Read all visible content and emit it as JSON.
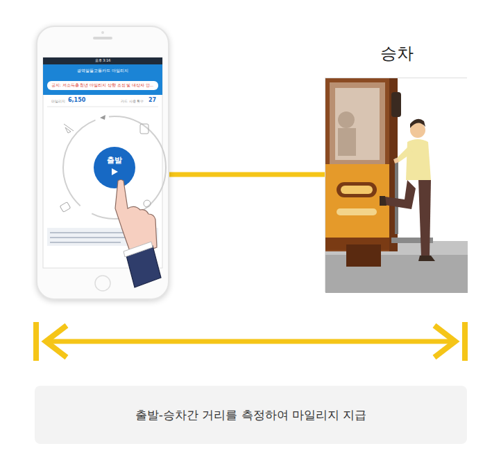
{
  "diagram": {
    "nodes": [
      {
        "text": [
          "광역알뜰교통카드 마일리지"
        ]
      },
      {
        "text": [
          "출발"
        ],
        "in": 0
      },
      {
        "text": [
          "승차"
        ]
      },
      {
        "text": [
          "출발-승차간 거리를 측정하여 마일리지 지급"
        ]
      }
    ],
    "edges": [
      {
        "from": 0,
        "to": 2,
        "arrow": "none"
      }
    ],
    "labels": [
      "오후 3:16",
      "공지: 저소득층 청년 마일리지 상향 조정 및 대상자 안...",
      "마일리지",
      "6,150",
      "카드 사용 횟수",
      "27"
    ]
  }
}
